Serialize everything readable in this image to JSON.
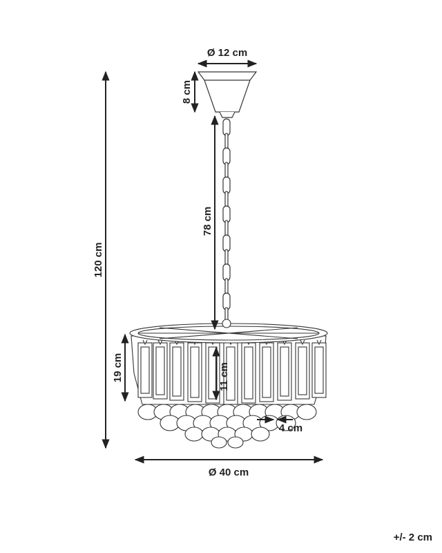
{
  "dimensions": {
    "canopy_diameter": "Ø 12 cm",
    "canopy_height": "8 cm",
    "total_height": "120 cm",
    "chain_length": "78 cm",
    "shade_height": "19 cm",
    "crystal_height": "11 cm",
    "crystal_width": "4 cm",
    "shade_diameter": "Ø 40 cm"
  },
  "tolerance": "+/- 2 cm"
}
